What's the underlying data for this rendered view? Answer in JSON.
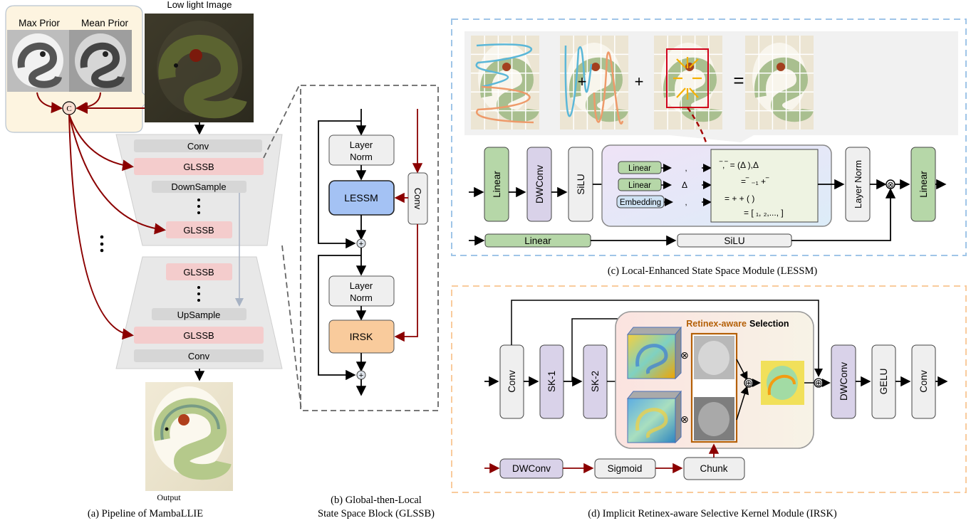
{
  "panel_a": {
    "caption": "(a) Pipeline of MambaLLIE",
    "low_light_label": "Low light Image",
    "max_prior_label": "Max Prior",
    "mean_prior_label": "Mean Prior",
    "concat_symbol": "C",
    "output_label": "Output",
    "encoder": [
      "Conv",
      "GLSSB",
      "DownSample",
      "GLSSB"
    ],
    "decoder": [
      "GLSSB",
      "UpSample",
      "GLSSB",
      "Conv"
    ],
    "ellipsis": "⋮"
  },
  "panel_b": {
    "caption_line1": "(b) Global-then-Local",
    "caption_line2": "State Space Block (GLSSB)",
    "layernorm1": [
      "Layer",
      "Norm"
    ],
    "lessm": "LESSM",
    "conv": "Conv",
    "layernorm2": [
      "Layer",
      "Norm"
    ],
    "irsk": "IRSK",
    "plus": "+"
  },
  "panel_c": {
    "caption": "(c)  Local-Enhanced State Space Module (LESSM)",
    "ops": [
      "+",
      "+",
      "="
    ],
    "blocks": [
      "Linear",
      "DWConv",
      "SiLU"
    ],
    "inner_blocks": [
      "Linear",
      "Linear",
      "Embedding"
    ],
    "inner_symbols": [
      ",",
      "Δ",
      ","
    ],
    "equations": [
      "‾,‾ =      (Δ  ),Δ",
      "=‾   ₋₁ +‾",
      "=       +       +  (   )",
      "= [  ₁,  ₂,...,    ]"
    ],
    "post_blocks": [
      "Layer Norm",
      "Linear"
    ],
    "gate_blocks": [
      "Linear",
      "SiLU"
    ],
    "multiply": "⊗"
  },
  "panel_d": {
    "caption": "(d) Implicit Retinex-aware Selective Kernel Module (IRSK)",
    "blocks": [
      "Conv",
      "SK-1",
      "SK-2"
    ],
    "selection_title_colored": "Retinex-aware",
    "selection_title_plain": "Selection",
    "post_blocks": [
      "DWConv",
      "GELU",
      "Conv"
    ],
    "bottom_blocks": [
      "DWConv",
      "Sigmoid",
      "Chunk"
    ],
    "multiply": "⊗",
    "add": "⊕"
  },
  "colors": {
    "red_arrow": "#8b0000",
    "glssb_fill": "#f4cccc",
    "gray_block": "#d9d9d9",
    "lessm_fill": "#a4c2f4",
    "irsk_fill": "#f9cb9c",
    "linear_fill": "#b6d7a8",
    "purple_fill": "#d9d2e9",
    "light_block": "#efefef",
    "panel_c_border": "#9fc5e8",
    "panel_d_border": "#f9cb9c",
    "retinex_orange": "#b45f06"
  }
}
